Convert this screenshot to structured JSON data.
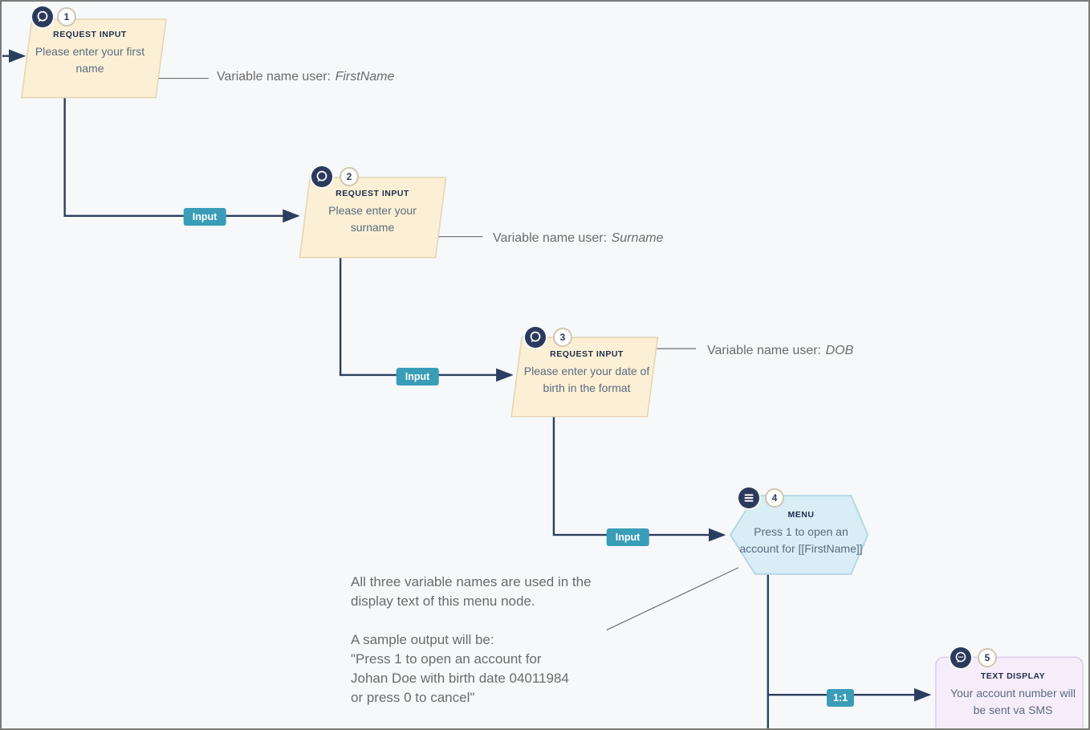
{
  "canvas": {
    "background": "#f7f8fa",
    "border_color": "#7a7a7a"
  },
  "colors": {
    "connector": "#2c3e60",
    "request_input_fill": "#fbf0d5",
    "request_input_border": "#e4d5b0",
    "menu_fill": "#d8edf6",
    "menu_border": "#b4d7e6",
    "text_display_fill": "#f6edfa",
    "text_display_border": "#dccbe9",
    "edge_badge": "#3a9db8",
    "icon_circle": "#2b3a5c",
    "node_type_text": "#1f2c4e",
    "node_body_text": "#5b6b7f",
    "annotation_text": "#6b6b6b"
  },
  "nodes": [
    {
      "number": "1",
      "type_label": "REQUEST INPUT",
      "text": "Please enter your first\nname",
      "icon": "chat-bubble-icon",
      "shape": "parallelogram"
    },
    {
      "number": "2",
      "type_label": "REQUEST INPUT",
      "text": "Please enter your\nsurname",
      "icon": "chat-bubble-icon",
      "shape": "parallelogram"
    },
    {
      "number": "3",
      "type_label": "REQUEST INPUT",
      "text": "Please enter your date of\nbirth in the format",
      "icon": "chat-bubble-icon",
      "shape": "parallelogram"
    },
    {
      "number": "4",
      "type_label": "MENU",
      "text": "Press 1 to open an\naccount for [[FirstName]]",
      "icon": "menu-icon",
      "shape": "hexagon"
    },
    {
      "number": "5",
      "type_label": "TEXT DISPLAY",
      "text": "Your account number will\nbe sent va SMS",
      "icon": "message-dots-icon",
      "shape": "rounded-rect"
    }
  ],
  "connectors": [
    {
      "label": "Input"
    },
    {
      "label": "Input"
    },
    {
      "label": "Input"
    },
    {
      "label": "1:1"
    }
  ],
  "annotations": {
    "first_name": {
      "label": "Variable name user:",
      "variable": "FirstName"
    },
    "surname": {
      "label": "Variable name user:",
      "variable": "Surname"
    },
    "dob": {
      "label": "Variable name user:",
      "variable": "DOB"
    },
    "menu_note": {
      "text": "All three variable names are used in the\ndisplay text of this menu node.\n\nA sample output will be:\n\"Press 1 to open an account for\nJohan Doe with birth date 04011984\nor press 0 to cancel\""
    }
  }
}
